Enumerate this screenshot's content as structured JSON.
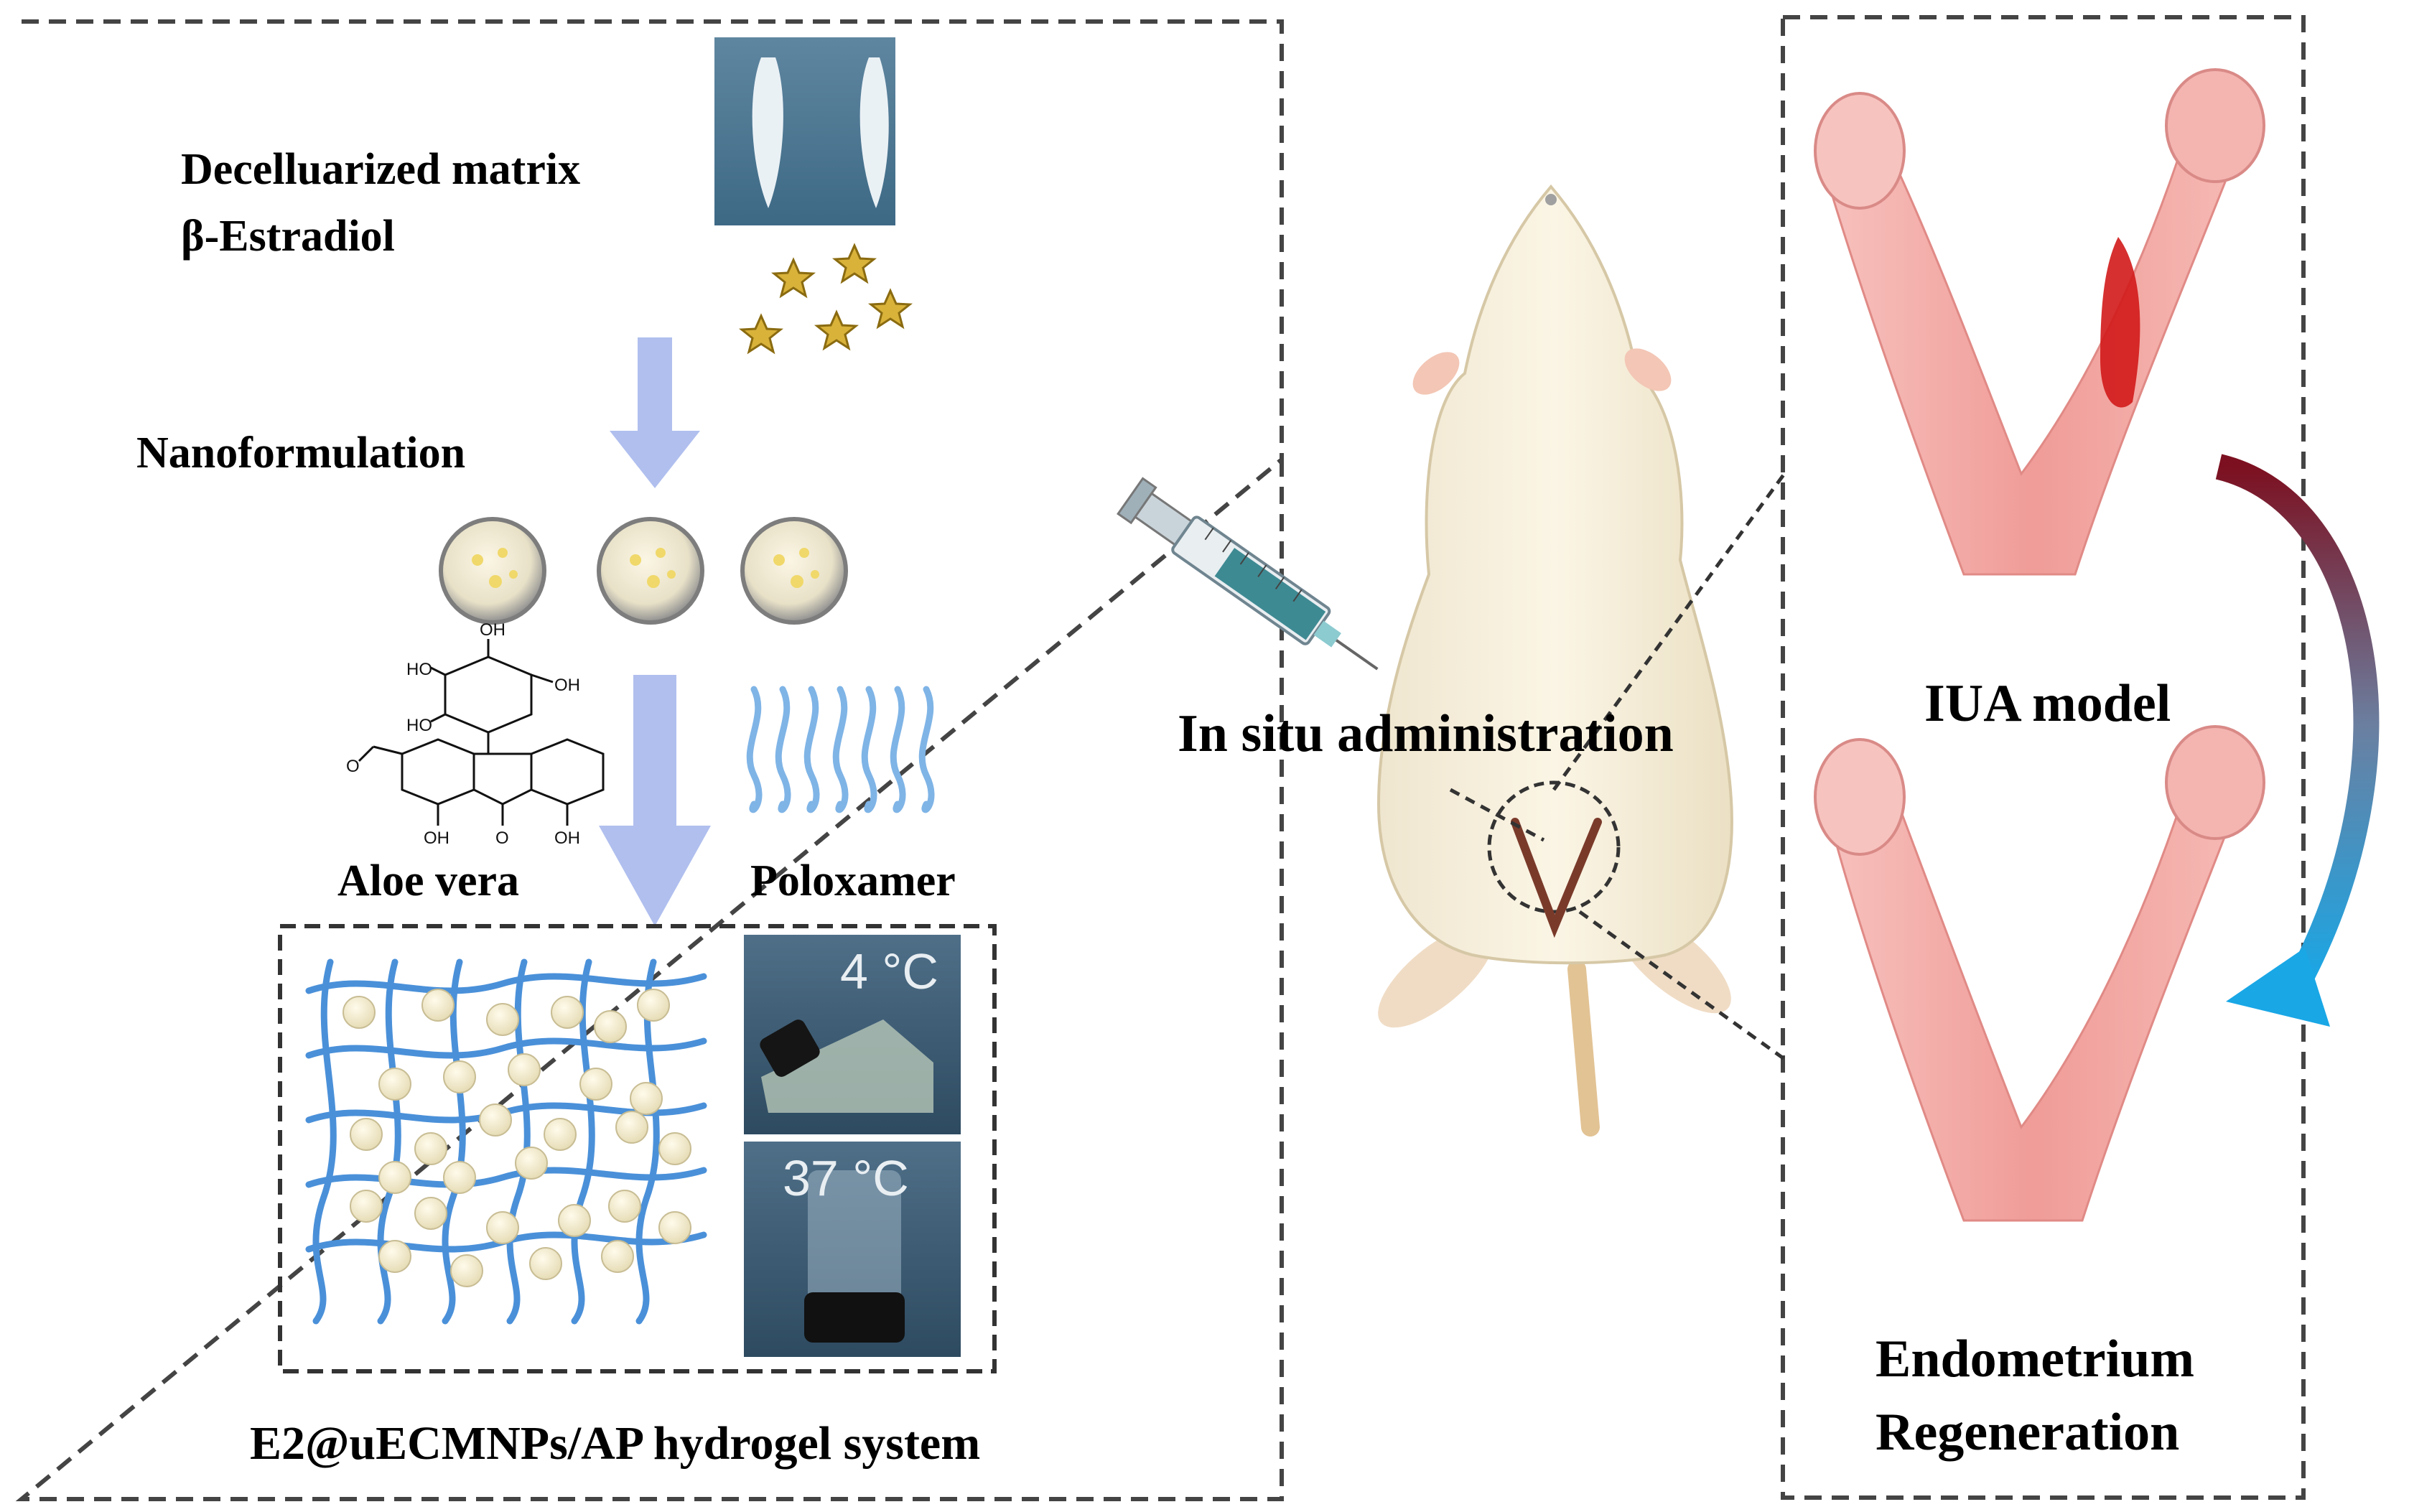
{
  "preparation": {
    "materials_line1": "Decelluarized matrix",
    "materials_line2": "β-Estradiol",
    "nanoformulation": "Nanoformulation",
    "aloe_vera": "Aloe vera",
    "poloxamer": "Poloxamer",
    "system_caption": "E2@uECMNPs/AP hydrogel system",
    "vial_cold": "4 °C",
    "vial_warm": "37 °C",
    "chem_labels": [
      "OH",
      "HO",
      "OH",
      "HO",
      "O",
      "OH",
      "O",
      "OH"
    ]
  },
  "administration": {
    "label": "In situ administration"
  },
  "outcome": {
    "model_label": "IUA model",
    "regen_line1": "Endometrium",
    "regen_line2": "Regeneration"
  },
  "colors": {
    "arrow_blue": "#a9b8e8",
    "mesh_blue": "#4a90d9",
    "tissue_pink": "#f2a9a6",
    "damage_red": "#d11a1a",
    "curved_arrow_start": "#8b1a2a",
    "curved_arrow_end": "#1aa3e0",
    "star_gold": "#d9b23a"
  },
  "icons": [
    "syringe-icon",
    "rat-icon",
    "uterus-icon",
    "vial-icon",
    "nanoparticle-icon",
    "star-icon"
  ]
}
